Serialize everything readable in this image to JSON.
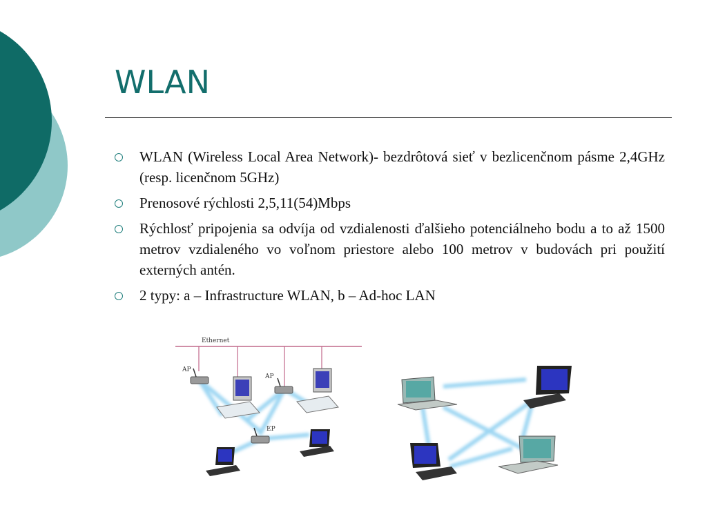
{
  "slide": {
    "title": "WLAN",
    "bullets": [
      "WLAN (Wireless Local Area Network)- bezdrôtová sieť v bezlicenčnom pásme 2,4GHz (resp. licenčnom 5GHz)",
      "Prenosové rýchlosti 2,5,11(54)Mbps",
      "Rýchlosť pripojenia sa odvíja od vzdialenosti ďalšieho potenciálneho bodu a to až 1500 metrov vzdialeného vo voľnom priestore alebo 100 metrov v budovách pri použití externých antén.",
      "2 typy: a – Infrastructure WLAN, b – Ad-hoc LAN"
    ]
  },
  "diagram_infrastructure": {
    "ethernet_label": "Ethernet",
    "ap_label_1": "AP",
    "ap_label_2": "AP",
    "ep_label": "EP"
  },
  "colors": {
    "dark_teal": "#0f6b66",
    "light_teal": "#8fc8c8",
    "title": "#136e6c",
    "ethernet_line": "#c0688a",
    "wireless_beam": "#4bb4e8"
  }
}
